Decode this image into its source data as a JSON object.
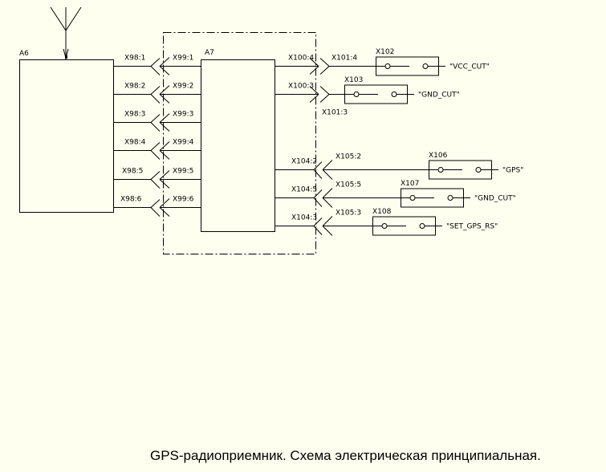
{
  "diagram": {
    "title": "GPS-радиоприемник. Схема электрическая принципиальная.",
    "background_color": "#FFFFF0",
    "line_color": "#000000",
    "components": {
      "a6": {
        "label": "A6",
        "type": "block",
        "has_antenna": true
      },
      "a7": {
        "label": "A7",
        "type": "block",
        "enclosure": "dash-dot"
      }
    },
    "left_connections": [
      {
        "plug": "X98:1",
        "socket": "X99:1"
      },
      {
        "plug": "X98:2",
        "socket": "X99:2"
      },
      {
        "plug": "X98:3",
        "socket": "X99:3"
      },
      {
        "plug": "X98:4",
        "socket": "X99:4"
      },
      {
        "plug": "X98:5",
        "socket": "X99:5"
      },
      {
        "plug": "X98:6",
        "socket": "X99:6"
      }
    ],
    "right_upper_connections": [
      {
        "plug": "X100:4",
        "socket": "X101:4",
        "terminal": "X102",
        "signal": "\"VCC_CUT\""
      },
      {
        "plug": "X100:3",
        "socket": "X101:3",
        "terminal": "X103",
        "signal": "\"GND_CUT\""
      }
    ],
    "right_lower_connections": [
      {
        "plug": "X104:2",
        "socket": "X105:2",
        "terminal": "X106",
        "signal": "\"GPS\""
      },
      {
        "plug": "X104:5",
        "socket": "X105:5",
        "terminal": "X107",
        "signal": "\"GND_CUT\""
      },
      {
        "plug": "X104:3",
        "socket": "X105:3",
        "terminal": "X108",
        "signal": "\"SET_GPS_RS\""
      }
    ]
  }
}
